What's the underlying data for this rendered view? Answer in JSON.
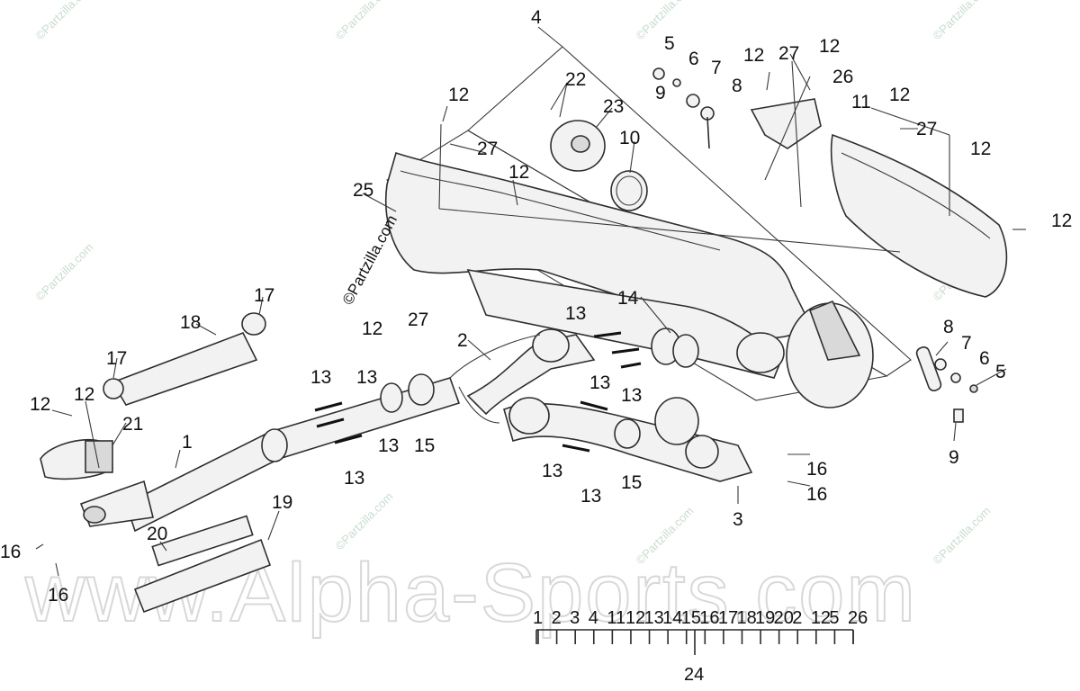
{
  "watermark": {
    "main": "www.Alpha-Sports.com",
    "small": "©Partzilla.com",
    "copyright": "©Partzilla.com"
  },
  "callouts": [
    "1",
    "2",
    "3",
    "4",
    "5",
    "6",
    "7",
    "8",
    "9",
    "10",
    "11",
    "12",
    "13",
    "14",
    "15",
    "16",
    "17",
    "18",
    "19",
    "20",
    "21",
    "22",
    "23",
    "24",
    "25",
    "26",
    "27"
  ],
  "kit": {
    "items": [
      "1",
      "2",
      "3",
      "4",
      "11",
      "12",
      "13",
      "14",
      "15",
      "16",
      "17",
      "18",
      "19",
      "20",
      "2",
      "12",
      "5",
      "26"
    ],
    "total": "24"
  }
}
